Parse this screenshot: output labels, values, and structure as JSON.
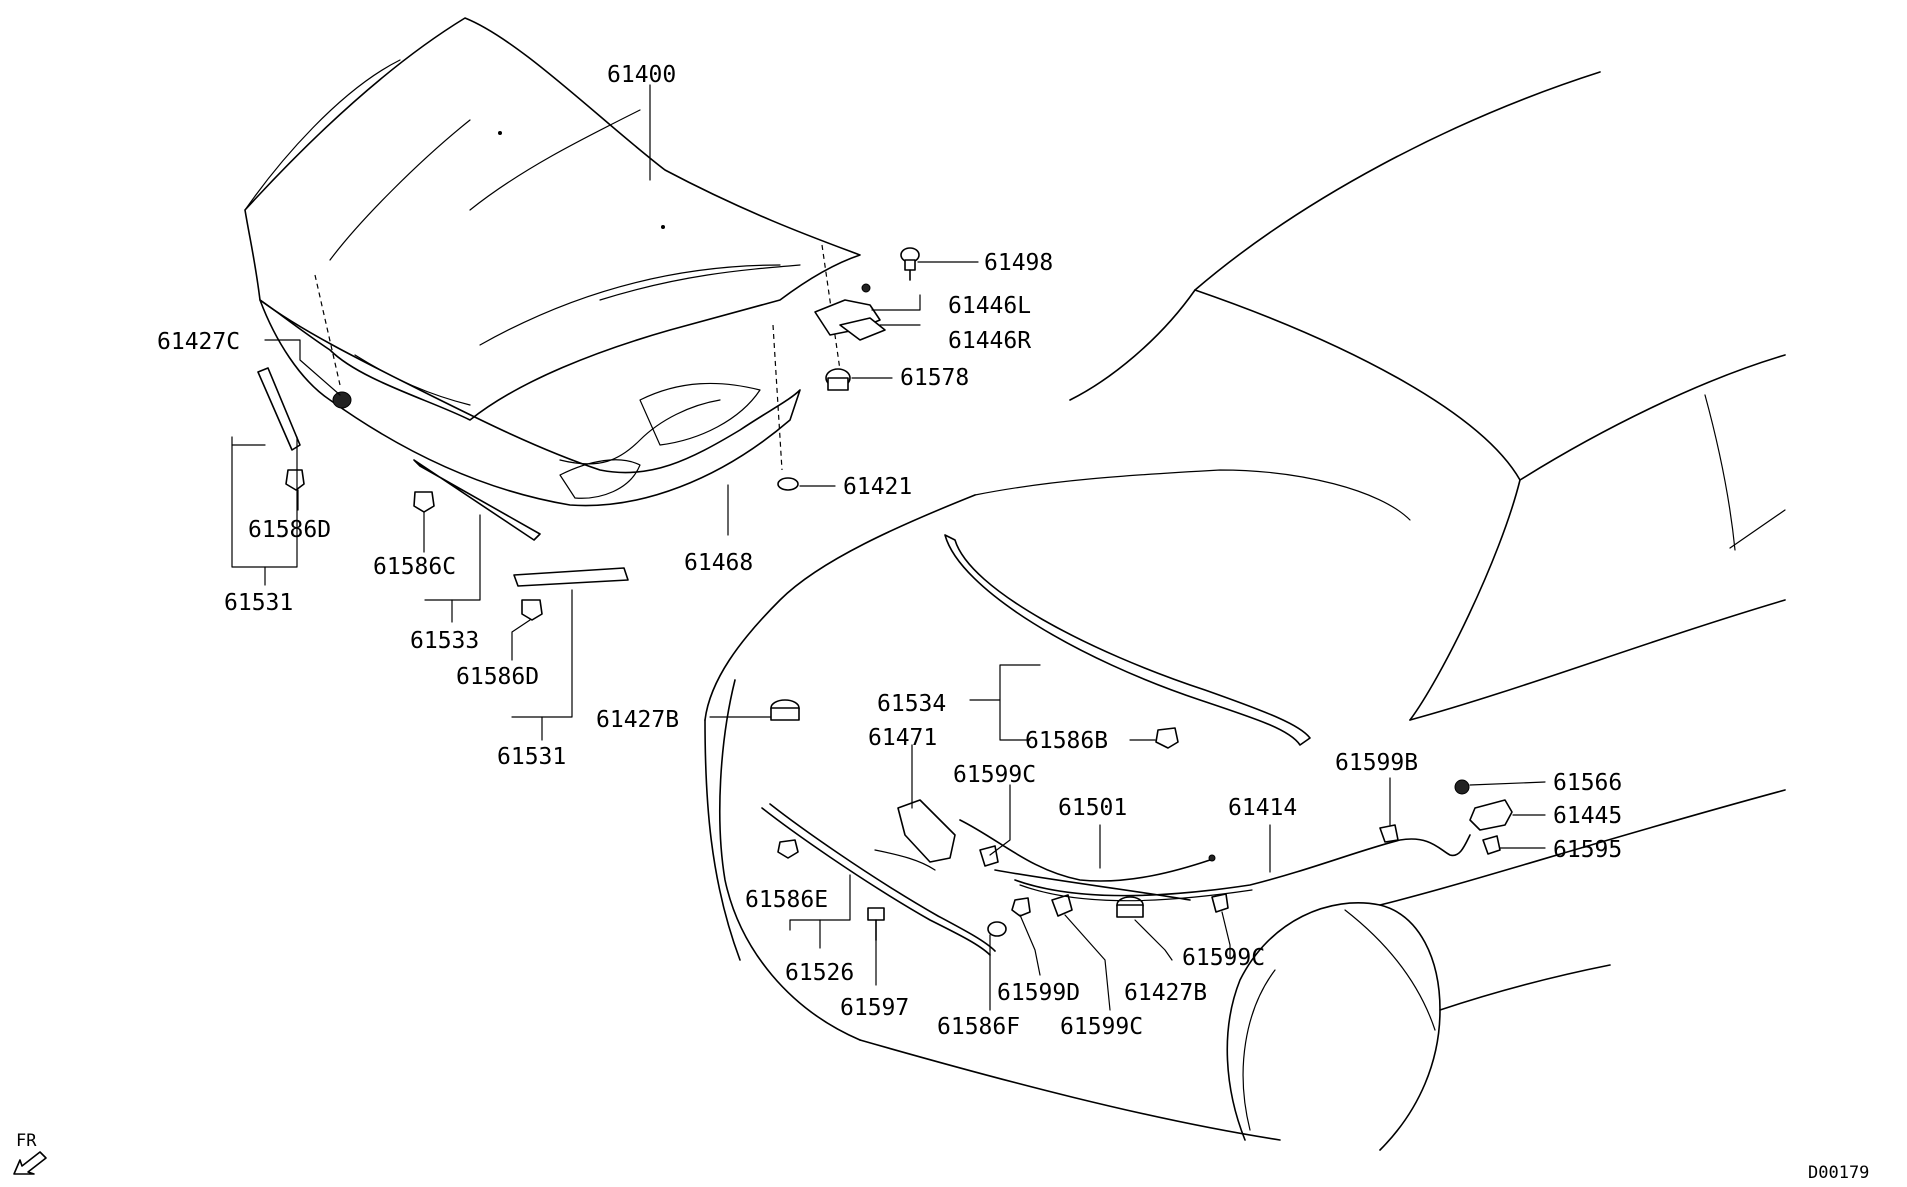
{
  "diagram_id": "D00179",
  "direction_label": "FR",
  "labels": [
    {
      "key": "hood",
      "text": "61400"
    },
    {
      "key": "hinge_bolt",
      "text": "61498"
    },
    {
      "key": "hinge_l",
      "text": "61446L"
    },
    {
      "key": "hinge_r",
      "text": "61446R"
    },
    {
      "key": "hood_bumper",
      "text": "61578"
    },
    {
      "key": "hood_nut",
      "text": "61421"
    },
    {
      "key": "hood_insulator",
      "text": "61468"
    },
    {
      "key": "stopper_c",
      "text": "61427C"
    },
    {
      "key": "clip_d_upper",
      "text": "61586D"
    },
    {
      "key": "seal_side_upper",
      "text": "61531"
    },
    {
      "key": "clip_c",
      "text": "61586C"
    },
    {
      "key": "seal_front",
      "text": "61533"
    },
    {
      "key": "clip_d_lower",
      "text": "61586D"
    },
    {
      "key": "seal_side_lower",
      "text": "61531"
    },
    {
      "key": "stopper_b_left",
      "text": "61427B"
    },
    {
      "key": "weatherstrip",
      "text": "61534"
    },
    {
      "key": "clip_b",
      "text": "61586B"
    },
    {
      "key": "hood_latch",
      "text": "61471"
    },
    {
      "key": "clamp_c_upper",
      "text": "61599C"
    },
    {
      "key": "release_cable",
      "text": "61501"
    },
    {
      "key": "cable_assy",
      "text": "61414"
    },
    {
      "key": "clamp_b",
      "text": "61599B"
    },
    {
      "key": "screw",
      "text": "61566"
    },
    {
      "key": "release_handle",
      "text": "61445"
    },
    {
      "key": "clip_95",
      "text": "61595"
    },
    {
      "key": "clip_e",
      "text": "61586E"
    },
    {
      "key": "support_rod",
      "text": "61526"
    },
    {
      "key": "bolt",
      "text": "61597"
    },
    {
      "key": "clip_f",
      "text": "61586F"
    },
    {
      "key": "clamp_d",
      "text": "61599D"
    },
    {
      "key": "clamp_c_lower",
      "text": "61599C"
    },
    {
      "key": "stopper_b_right",
      "text": "61427B"
    },
    {
      "key": "clamp_c_right",
      "text": "61599C"
    }
  ]
}
